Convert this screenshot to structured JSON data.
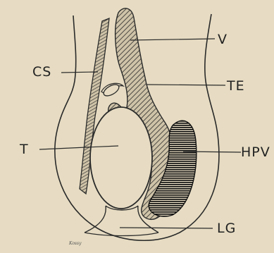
{
  "labels": {
    "v": "V",
    "cs": "CS",
    "te": "TE",
    "t": "T",
    "hpv": "HPV",
    "lg": "LG"
  },
  "signature": "Kossy",
  "colors": {
    "ink": "#2a2a2a",
    "paper": "#e7dcc3"
  }
}
